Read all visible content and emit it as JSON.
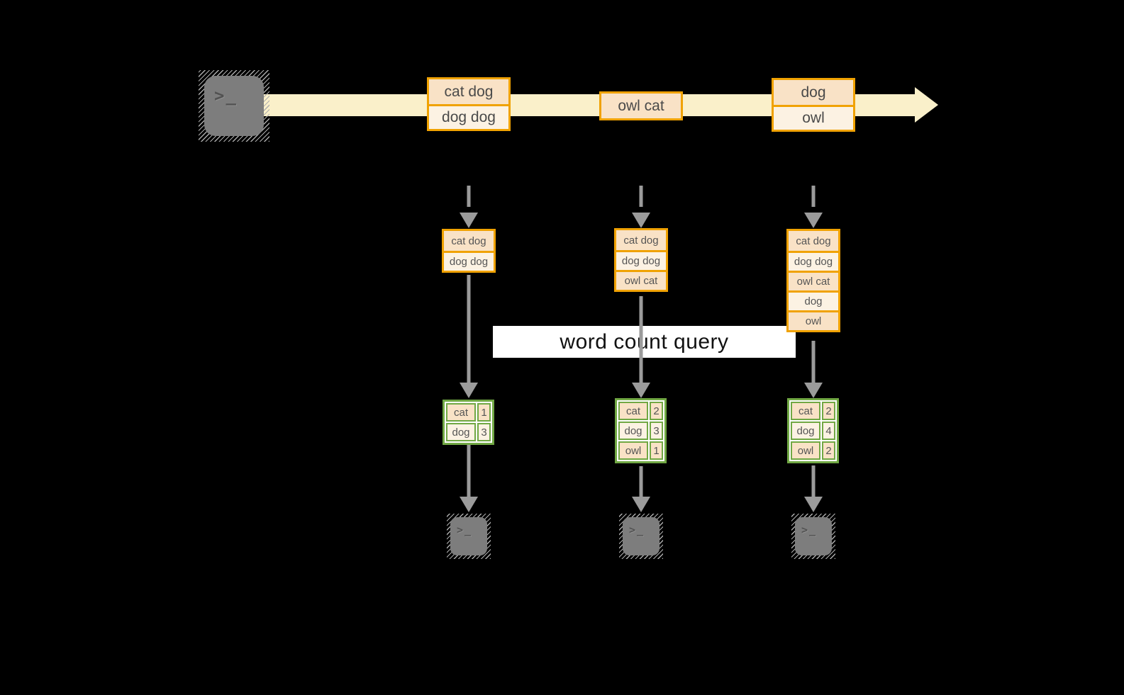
{
  "title": "streaming word count query diagram",
  "query_label": "word count query",
  "colors": {
    "orange_border": "#F0A202",
    "record_fill_dark": "#F9E2C6",
    "record_fill_light": "#FCF2E3",
    "stream_band": "#FAF0CA",
    "green_border": "#71A844",
    "table_fill_dark": "#DFE8D1",
    "table_fill_light": "#F1F4EB",
    "arrow_gray": "#9B9B9B",
    "terminal_gray": "#7D7D7D",
    "background": "#000000"
  },
  "icons": {
    "terminal_glyph": ">_"
  },
  "stream": {
    "records": [
      {
        "lines": [
          "cat dog",
          "dog dog"
        ]
      },
      {
        "lines": [
          "owl cat"
        ]
      },
      {
        "lines": [
          "dog",
          "owl"
        ]
      }
    ]
  },
  "columns": [
    {
      "buffer": [
        "cat dog",
        "dog dog"
      ],
      "counts": [
        {
          "word": "cat",
          "count": "1"
        },
        {
          "word": "dog",
          "count": "3"
        }
      ]
    },
    {
      "buffer": [
        "cat dog",
        "dog dog",
        "owl cat"
      ],
      "counts": [
        {
          "word": "cat",
          "count": "2"
        },
        {
          "word": "dog",
          "count": "3"
        },
        {
          "word": "owl",
          "count": "1"
        }
      ]
    },
    {
      "buffer": [
        "cat dog",
        "dog dog",
        "owl cat",
        "dog",
        "owl"
      ],
      "counts": [
        {
          "word": "cat",
          "count": "2"
        },
        {
          "word": "dog",
          "count": "4"
        },
        {
          "word": "owl",
          "count": "2"
        }
      ]
    }
  ]
}
